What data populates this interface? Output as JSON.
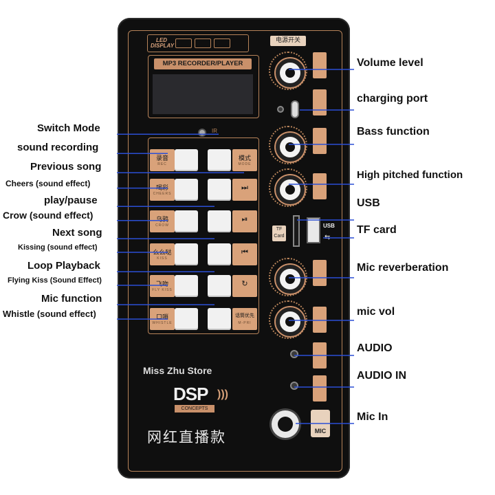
{
  "device": {
    "led_display_label": "LED DISPLAY",
    "power_switch_label": "电源开关",
    "player_title": "MP3 RECORDER/PLAYER",
    "ir_label": "IR",
    "tf_label_line1": "TF",
    "tf_label_line2": "Card",
    "usb_label": "USB",
    "usb_symbol": "⇆",
    "mic_label": "MIC",
    "store_name": "Miss Zhu Store",
    "dsp_logo": "DSP",
    "dsp_sub": "CONCEPTS",
    "chinese_title": "网红直播款",
    "button_labels": [
      {
        "text": "录音",
        "sub": "REC"
      },
      {
        "text": "模式",
        "sub": "MODE"
      },
      {
        "text": "喝彩",
        "sub": "CHEERS"
      },
      {
        "text": "乌鸦",
        "sub": "CROW"
      },
      {
        "text": "么么哒",
        "sub": "KISS"
      },
      {
        "text": "飞吻",
        "sub": "FLY KISS"
      },
      {
        "text": "口哨",
        "sub": "WHISTLE"
      },
      {
        "text": "话筒优先",
        "sub": "M-PRI"
      }
    ],
    "button_icons": [
      "⏭",
      "⏯",
      "⏮",
      "↻"
    ]
  },
  "annotations_left": [
    {
      "text": "Switch Mode",
      "size": 15
    },
    {
      "text": "sound recording",
      "size": 15
    },
    {
      "text": "Previous song",
      "size": 15
    },
    {
      "text": "Cheers (sound effect)",
      "size": 12
    },
    {
      "text": "play/pause",
      "size": 15
    },
    {
      "text": "Crow (sound effect)",
      "size": 14
    },
    {
      "text": "Next song",
      "size": 15
    },
    {
      "text": "Kissing (sound effect)",
      "size": 11
    },
    {
      "text": "Loop Playback",
      "size": 15
    },
    {
      "text": "Flying Kiss (Sound Effect)",
      "size": 11
    },
    {
      "text": "Mic function",
      "size": 15
    },
    {
      "text": "Whistle (sound effect)",
      "size": 13
    }
  ],
  "annotations_right": [
    {
      "text": "Volume level",
      "size": 16
    },
    {
      "text": "charging port",
      "size": 16
    },
    {
      "text": "Bass function",
      "size": 16
    },
    {
      "text": "High pitched function",
      "size": 15
    },
    {
      "text": "USB",
      "size": 16
    },
    {
      "text": "TF card",
      "size": 16
    },
    {
      "text": "Mic reverberation",
      "size": 16
    },
    {
      "text": "mic vol",
      "size": 16
    },
    {
      "text": "AUDIO",
      "size": 16
    },
    {
      "text": "AUDIO IN",
      "size": 16
    },
    {
      "text": "Mic In",
      "size": 16
    }
  ],
  "colors": {
    "panel": "#0f0f0f",
    "accent": "#d9a27a",
    "line_blue": "#2b4fd6"
  }
}
